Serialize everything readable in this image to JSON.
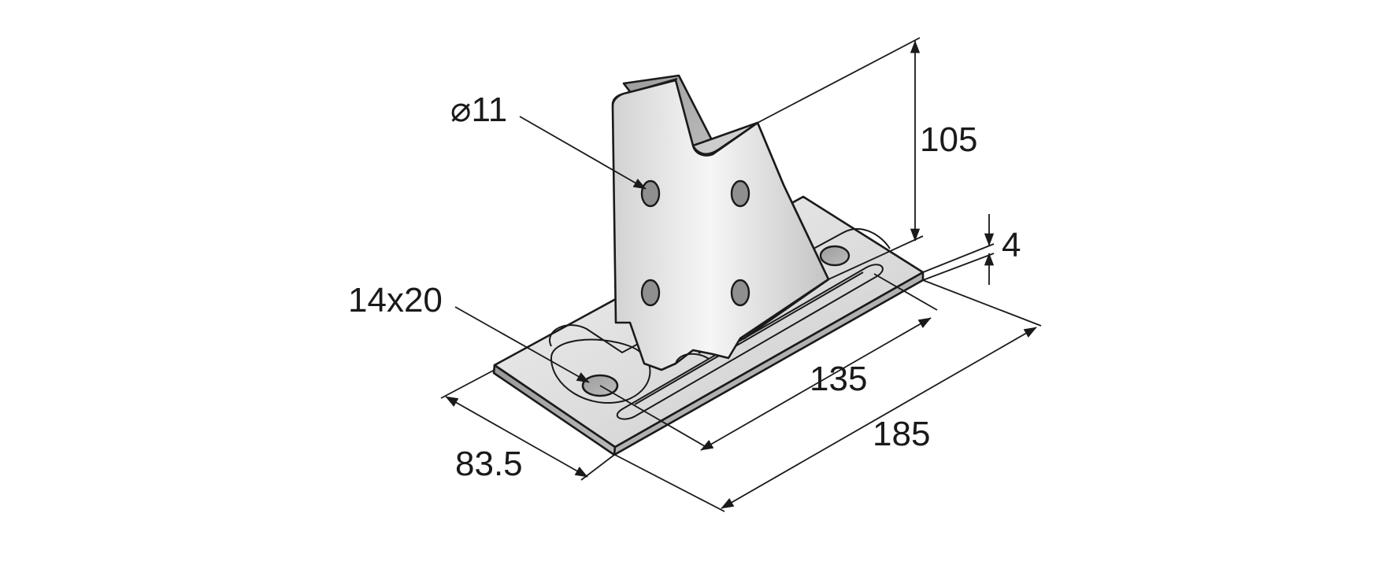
{
  "diagram": {
    "labels": {
      "hole_diameter": "⌀11",
      "height": "105",
      "thickness": "4",
      "slot_size": "14x20",
      "slot_length": "135",
      "length": "185",
      "width": "83.5"
    },
    "colors": {
      "ink": "#1a1a1a",
      "metal_light": "#e9e9e9",
      "metal_mid": "#cfcfcf",
      "metal_dark": "#a9a9a9",
      "metal_edge": "#8f8f8f"
    }
  }
}
